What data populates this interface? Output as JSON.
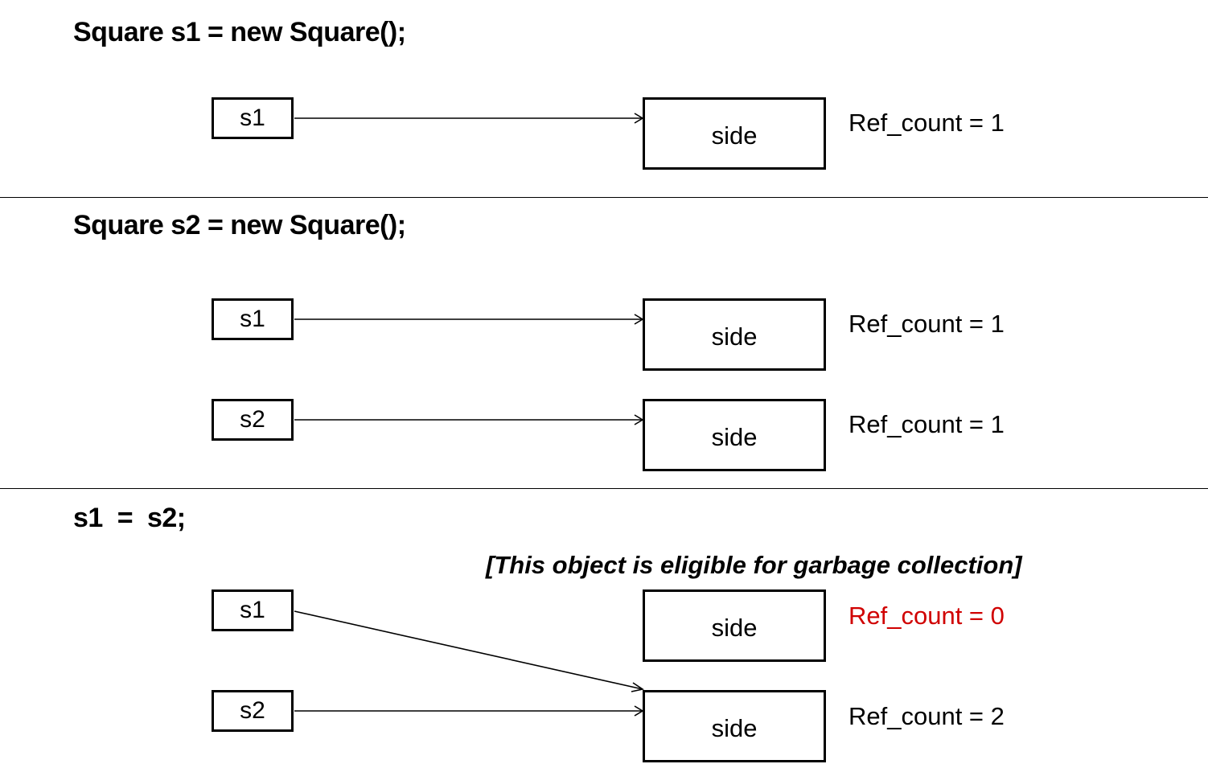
{
  "sections": [
    {
      "code": "Square s1 = new Square();",
      "refs": [
        "s1"
      ],
      "objects": [
        {
          "label": "side",
          "count_text": "Ref_count = 1",
          "count_color": "#000000"
        }
      ]
    },
    {
      "code": "Square s2 = new Square();",
      "refs": [
        "s1",
        "s2"
      ],
      "objects": [
        {
          "label": "side",
          "count_text": "Ref_count = 1",
          "count_color": "#000000"
        },
        {
          "label": "side",
          "count_text": "Ref_count = 1",
          "count_color": "#000000"
        }
      ]
    },
    {
      "code": "s1  =  s2;",
      "note": "[This object is eligible for garbage collection]",
      "refs": [
        "s1",
        "s2"
      ],
      "objects": [
        {
          "label": "side",
          "count_text": "Ref_count = 0",
          "count_color": "#d00000"
        },
        {
          "label": "side",
          "count_text": "Ref_count = 2",
          "count_color": "#000000"
        }
      ]
    }
  ],
  "references": [
    {
      "from": "s1",
      "to_object": 0,
      "section": 0
    },
    {
      "from": "s1",
      "to_object": 0,
      "section": 1
    },
    {
      "from": "s2",
      "to_object": 1,
      "section": 1
    },
    {
      "from": "s1",
      "to_object": 1,
      "section": 2
    },
    {
      "from": "s2",
      "to_object": 1,
      "section": 2
    }
  ]
}
